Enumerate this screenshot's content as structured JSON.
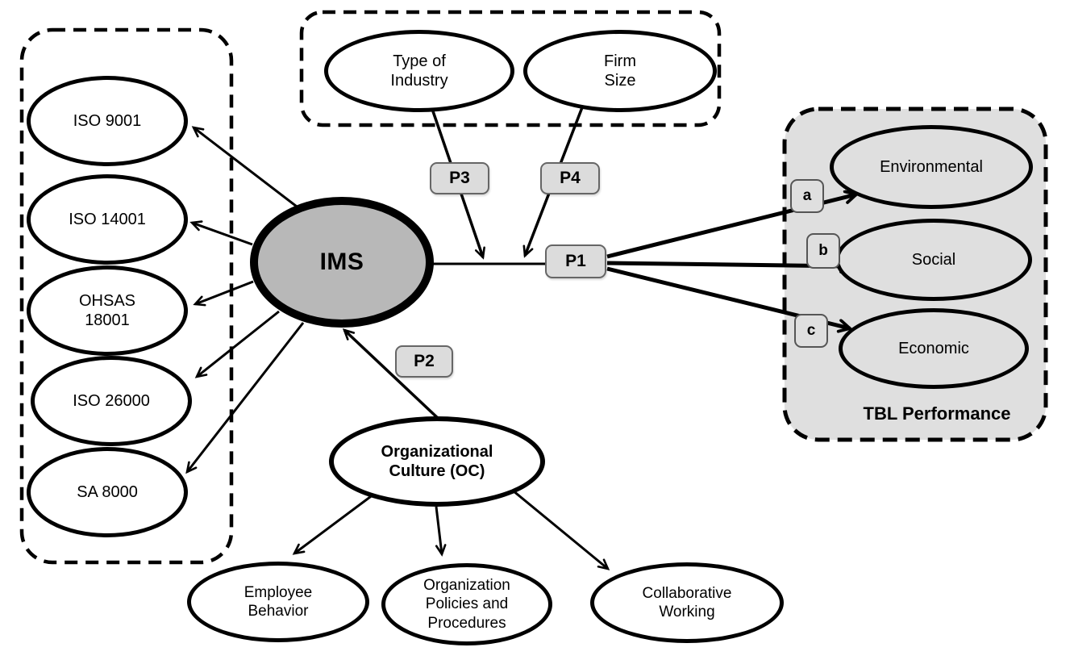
{
  "colors": {
    "background": "#ffffff",
    "stroke": "#000000",
    "ims_fill": "#b8b8b8",
    "tbl_panel_fill": "#dfdfdf",
    "proposition_label_fill": "#dcdcdc"
  },
  "standards_group": {
    "items": [
      {
        "label": "ISO 9001"
      },
      {
        "label": "ISO 14001"
      },
      {
        "label": "OHSAS 18001"
      },
      {
        "label": "ISO 26000"
      },
      {
        "label": "SA 8000"
      }
    ]
  },
  "ims": {
    "label": "IMS"
  },
  "moderators_group": {
    "items": [
      {
        "label": "Type of Industry"
      },
      {
        "label": "Firm Size"
      }
    ]
  },
  "propositions": {
    "p1": "P1",
    "p2": "P2",
    "p3": "P3",
    "p4": "P4"
  },
  "path_letters": {
    "a": "a",
    "b": "b",
    "c": "c"
  },
  "tbl_group": {
    "title": "TBL Performance",
    "items": [
      {
        "label": "Environmental"
      },
      {
        "label": "Social"
      },
      {
        "label": "Economic"
      }
    ]
  },
  "oc": {
    "label": "Organizational Culture (OC)",
    "children": [
      {
        "label": "Employee Behavior"
      },
      {
        "label": "Organization Policies and Procedures"
      },
      {
        "label": "Collaborative Working"
      }
    ]
  }
}
